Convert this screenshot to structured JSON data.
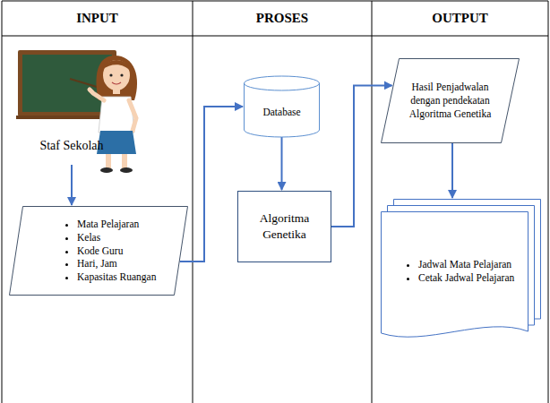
{
  "diagram": {
    "nodes": [
      {
        "text": [
          "Staf Sekolah"
        ]
      },
      {
        "text": [
          "Mata Pelajaran",
          "Kelas",
          "Kode Guru",
          "Hari, Jam",
          "Kapasitas Ruangan"
        ]
      },
      {
        "text": [
          "Database"
        ]
      },
      {
        "text": [
          "Algoritma Genetika"
        ]
      },
      {
        "text": [
          "Hasil Penjadwalan dengan pendekatan Algoritma Genetika"
        ]
      },
      {
        "text": [
          "Jadwal Mata Pelajaran",
          "Cetak Jadwal Pelajaran"
        ]
      }
    ],
    "edges": [
      {
        "from": 0,
        "to": 1,
        "arrow": "to"
      },
      {
        "from": 1,
        "to": 2,
        "arrow": "to"
      },
      {
        "from": 2,
        "to": 3,
        "arrow": "to"
      },
      {
        "from": 3,
        "to": 4,
        "arrow": "to"
      },
      {
        "from": 4,
        "to": 5,
        "arrow": "to"
      }
    ],
    "labels": [
      "INPUT",
      "PROSES",
      "OUTPUT"
    ]
  }
}
